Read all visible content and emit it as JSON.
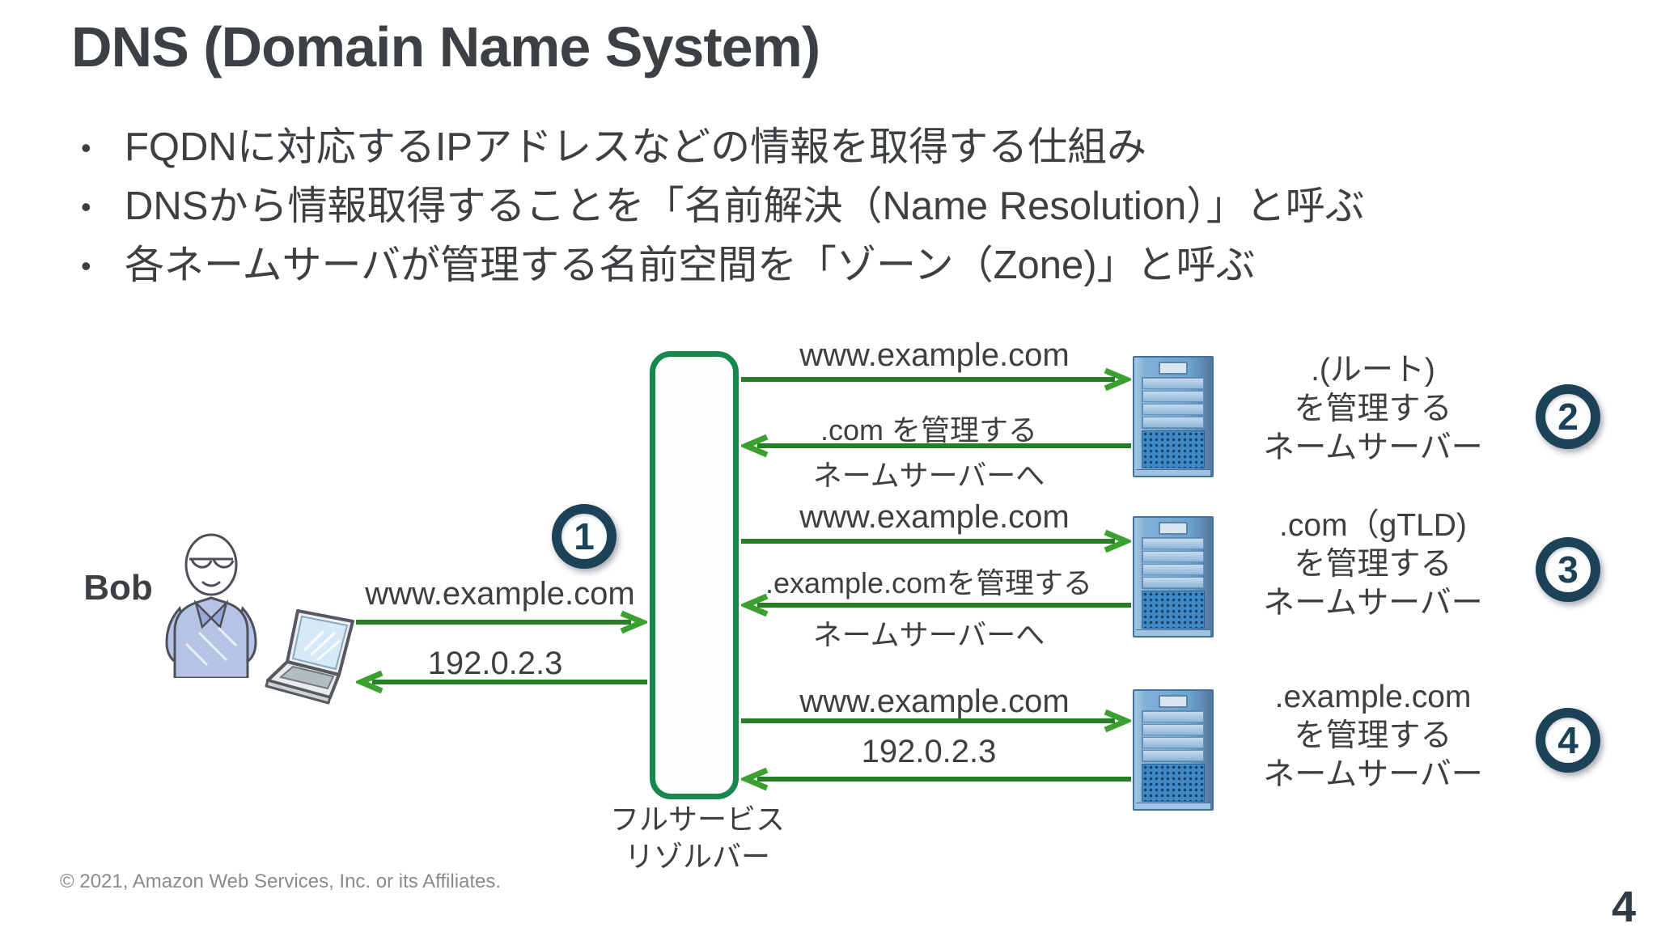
{
  "slide": {
    "title": "DNS (Domain Name System)",
    "footer": "© 2021, Amazon Web Services, Inc. or its Affiliates.",
    "page_number": "4"
  },
  "bullets": [
    "FQDNに対応するIPアドレスなどの情報を取得する仕組み",
    "DNSから情報取得することを「名前解決（Name Resolution）」と呼ぶ",
    "各ネームサーバが管理する名前空間を「ゾーン（Zone)」と呼ぶ"
  ],
  "client": {
    "actor_label": "Bob",
    "person_icon": "person-icon",
    "laptop_icon": "laptop-icon",
    "request_label": "www.example.com",
    "response_label": "192.0.2.3",
    "step_badge": "1",
    "resolver_label_line1": "フルサービス",
    "resolver_label_line2": "リゾルバー"
  },
  "rows": [
    {
      "request_label": "www.example.com",
      "response_label_top": ".com を管理する",
      "response_label_bottom": "ネームサーバーへ",
      "server_icon": "server-icon",
      "server_label_line1": ".(ルート)",
      "server_label_line2": "を管理する",
      "server_label_line3": "ネームサーバー",
      "step_badge": "2"
    },
    {
      "request_label": "www.example.com",
      "response_label_top": ".example.comを管理する",
      "response_label_bottom": "ネームサーバーへ",
      "server_icon": "server-icon",
      "server_label_line1": ".com（gTLD)",
      "server_label_line2": "を管理する",
      "server_label_line3": "ネームサーバー",
      "step_badge": "3"
    },
    {
      "request_label": "www.example.com",
      "response_label_top": "192.0.2.3",
      "server_icon": "server-icon",
      "server_label_line1": ".example.com",
      "server_label_line2": "を管理する",
      "server_label_line3": "ネームサーバー",
      "step_badge": "4"
    }
  ],
  "colors": {
    "arrow_green": "#267e26",
    "arrowhead_green": "#3ba02f",
    "resolver_border_green": "#16884e",
    "badge_navy": "#1c4257",
    "server_blue": "#6ca4d0",
    "text_dark": "#3d4043",
    "footer_gray": "#8a8a8a"
  }
}
